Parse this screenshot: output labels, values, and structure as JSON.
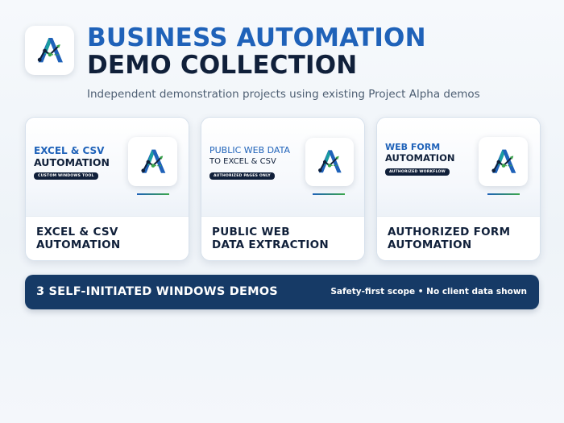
{
  "header": {
    "title_line1": "BUSINESS AUTOMATION",
    "title_line2": "DEMO COLLECTION",
    "subtitle": "Independent demonstration projects using existing Project Alpha demos"
  },
  "cards": [
    {
      "banner_line1": "EXCEL & CSV",
      "banner_line2": "AUTOMATION",
      "pill": "CUSTOM WINDOWS TOOL",
      "title_line1": "EXCEL & CSV",
      "title_line2": "AUTOMATION",
      "logo_icon": "project-alpha-logo-icon"
    },
    {
      "banner_line1": "PUBLIC WEB DATA",
      "banner_line2": "TO EXCEL & CSV",
      "pill": "AUTHORIZED PAGES ONLY",
      "title_line1": "PUBLIC WEB",
      "title_line2": "DATA EXTRACTION",
      "logo_icon": "project-alpha-logo-icon"
    },
    {
      "banner_line1": "WEB FORM",
      "banner_line2": "AUTOMATION",
      "pill": "AUTHORIZED WORKFLOW",
      "title_line1": "AUTHORIZED FORM",
      "title_line2": "AUTOMATION",
      "logo_icon": "project-alpha-logo-icon"
    }
  ],
  "footer_bar": {
    "left": "3 SELF-INITIATED WINDOWS DEMOS",
    "right": "Safety-first scope • No client data shown"
  },
  "colors": {
    "brand_blue": "#1f62b9",
    "navy": "#10203a",
    "bar_navy": "#163a66",
    "accent_green": "#3aa64a"
  }
}
